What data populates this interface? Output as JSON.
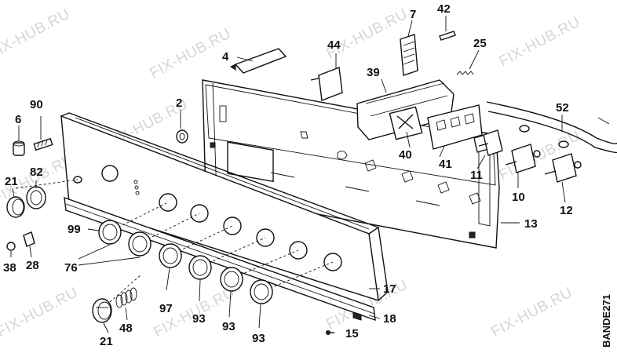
{
  "diagram": {
    "watermark_text": "FIX-HUB.RU",
    "drawing_code": "BANDE271",
    "part_labels": {
      "p2": "2",
      "p4": "4",
      "p6": "6",
      "p7": "7",
      "p10": "10",
      "p11": "11",
      "p12": "12",
      "p13": "13",
      "p15": "15",
      "p17": "17",
      "p18": "18",
      "p21a": "21",
      "p21b": "21",
      "p25": "25",
      "p28": "28",
      "p38": "38",
      "p39": "39",
      "p40": "40",
      "p41": "41",
      "p42": "42",
      "p44": "44",
      "p48": "48",
      "p52": "52",
      "p76": "76",
      "p82": "82",
      "p90": "90",
      "p93a": "93",
      "p93b": "93",
      "p93c": "93",
      "p97": "97",
      "p99": "99"
    }
  }
}
